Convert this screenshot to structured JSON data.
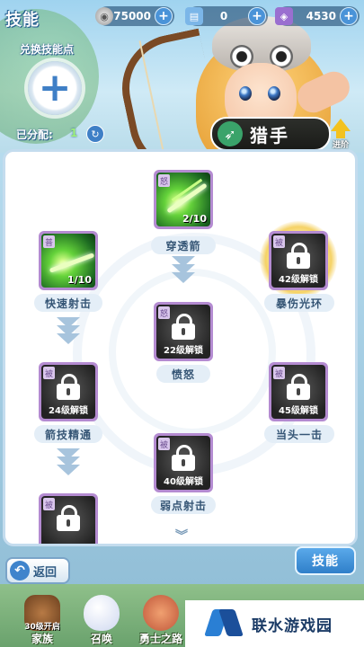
{
  "header": {
    "title": "技能",
    "exchange_label": "兑换技能点",
    "allocated_label": "已分配:",
    "allocated_value": "1",
    "class_name": "猎手",
    "advance_label": "进阶"
  },
  "resources": [
    {
      "icon": "silver-coin-icon",
      "value": "75000"
    },
    {
      "icon": "scroll-icon",
      "value": "0"
    },
    {
      "icon": "gem-icon",
      "value": "4530"
    }
  ],
  "skills": {
    "piercing_arrow": {
      "tag": "怒",
      "level": "2/10",
      "name": "穿透箭"
    },
    "quick_shot": {
      "tag": "普",
      "level": "1/10",
      "name": "快速射击"
    },
    "crit_aura": {
      "tag": "被",
      "unlock": "42级解锁",
      "name": "暴伤光环"
    },
    "fury": {
      "tag": "怒",
      "unlock": "22级解锁",
      "name": "愤怒"
    },
    "archery_mastery": {
      "tag": "被",
      "unlock": "24级解锁",
      "name": "箭技精通"
    },
    "head_strike": {
      "tag": "被",
      "unlock": "45级解锁",
      "name": "当头一击"
    },
    "weakpoint_shot": {
      "tag": "被",
      "unlock": "40级解锁",
      "name": "弱点射击"
    },
    "bottom_locked": {
      "tag": "被"
    }
  },
  "bottom": {
    "back_label": "返回",
    "skill_tab_label": "技能",
    "nav": [
      {
        "label": "家族",
        "sub": "30级开启"
      },
      {
        "label": "召唤"
      },
      {
        "label": "勇士之路"
      }
    ]
  },
  "watermark": {
    "text": "联水游戏园"
  },
  "colors": {
    "accent": "#3f7fc6",
    "panel_border": "#c4dcee",
    "skill_frame": "#b48bd1",
    "gold": "#f3c21f"
  }
}
